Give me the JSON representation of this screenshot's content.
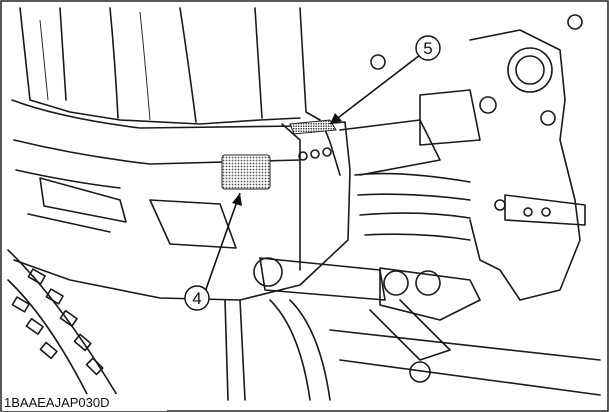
{
  "figure": {
    "code": "1BAAEAJAP030D",
    "callouts": [
      {
        "label": "4"
      },
      {
        "label": "5"
      }
    ]
  }
}
